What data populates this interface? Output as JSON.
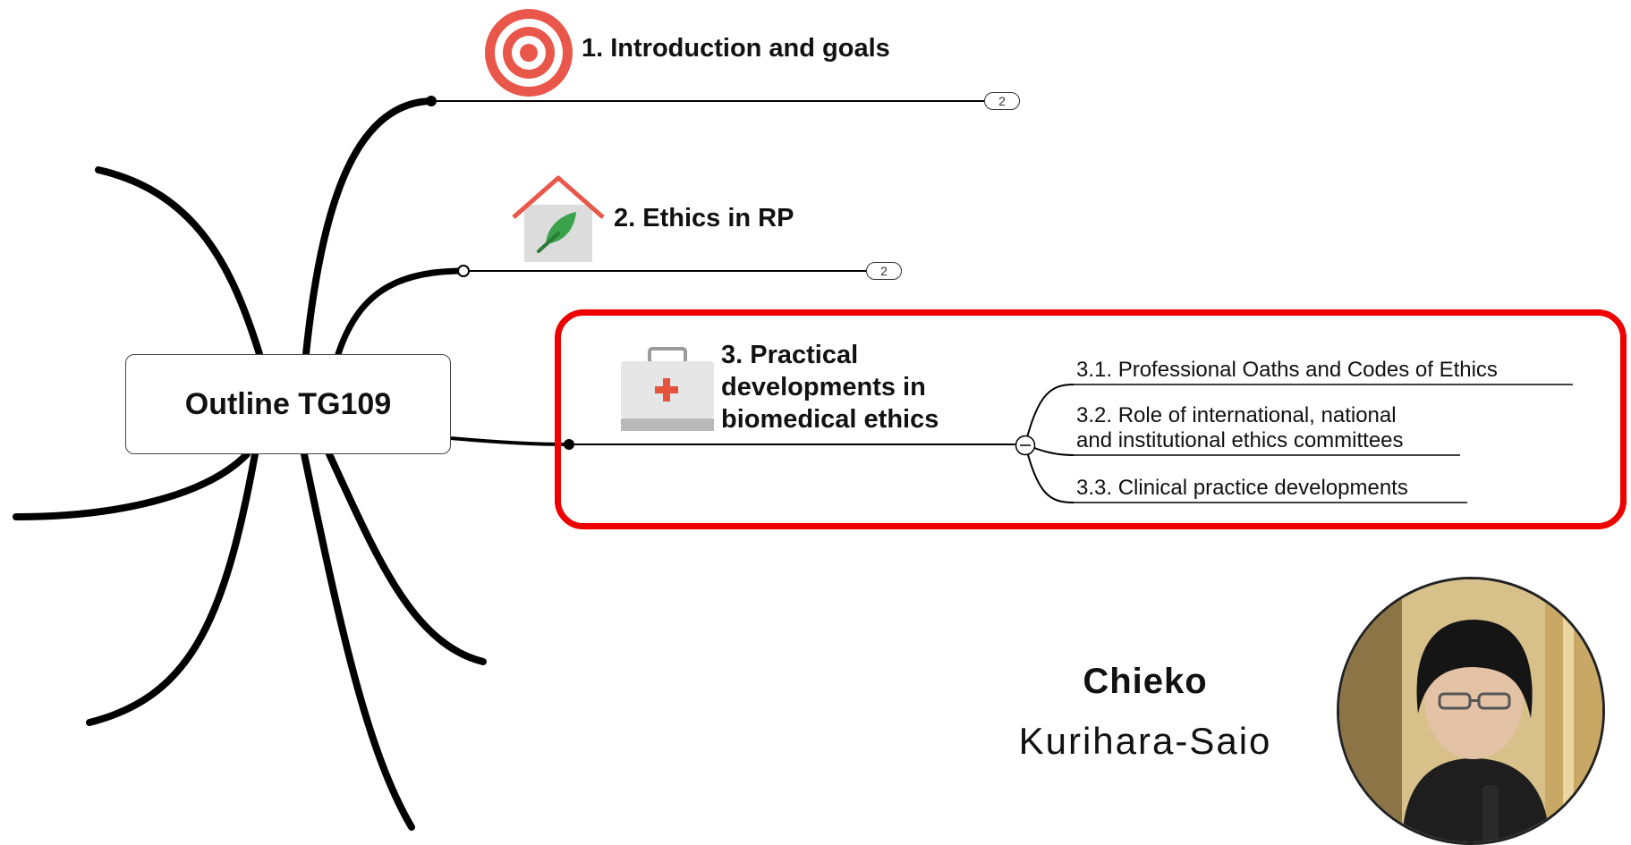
{
  "root": {
    "label": "Outline TG109"
  },
  "topics": [
    {
      "label": "1. Introduction and goals",
      "icon": "target-icon",
      "badge": "2"
    },
    {
      "label": "2. Ethics in RP",
      "icon": "house-leaf-icon",
      "badge": "2"
    },
    {
      "label_lines": [
        "3. Practical",
        "developments in",
        "biomedical ethics"
      ],
      "icon": "first-aid-kit-icon",
      "subtopics": [
        {
          "lines": [
            "3.1. Professional Oaths and Codes of Ethics"
          ]
        },
        {
          "lines": [
            "3.2. Role of international, national",
            "and institutional ethics committees"
          ]
        },
        {
          "lines": [
            "3.3. Clinical practice developments"
          ]
        }
      ]
    }
  ],
  "speaker": {
    "first_name": "Chieko",
    "last_name": "Kurihara-Saio"
  },
  "colors": {
    "highlight": "#ee0000",
    "target_red": "#e8574a",
    "leaf_green": "#3aa24a",
    "kit_red": "#e5533d"
  }
}
